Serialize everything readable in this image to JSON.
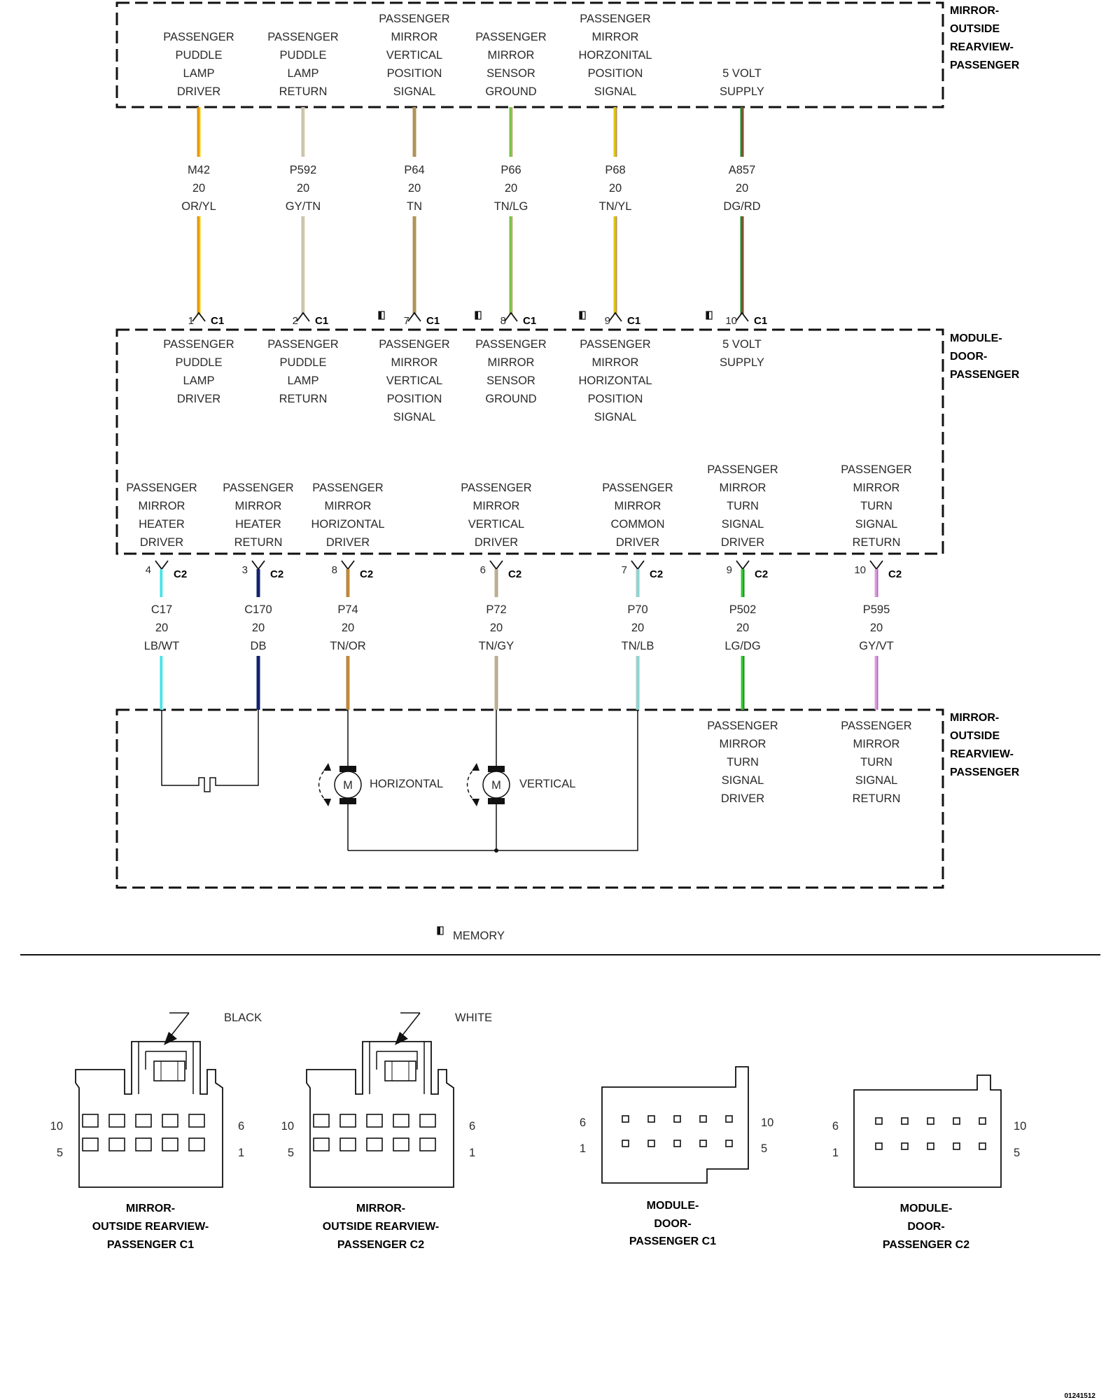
{
  "boxes": {
    "mirror_top": [
      "MIRROR-",
      "OUTSIDE",
      "REARVIEW-",
      "PASSENGER"
    ],
    "module": [
      "MODULE-",
      "DOOR-",
      "PASSENGER"
    ],
    "mirror_bottom": [
      "MIRROR-",
      "OUTSIDE",
      "REARVIEW-",
      "PASSENGER"
    ]
  },
  "c1_circuits": [
    {
      "top": [
        "PASSENGER",
        "PUDDLE",
        "LAMP",
        "DRIVER"
      ],
      "wire": "M42",
      "gauge": "20",
      "color": "OR/YL",
      "pin": "1",
      "conn": "C1",
      "memory": false,
      "mod": [
        "PASSENGER",
        "PUDDLE",
        "LAMP",
        "DRIVER"
      ],
      "stroke": "#e8960a",
      "stripe": "#f2d000"
    },
    {
      "top": [
        "PASSENGER",
        "PUDDLE",
        "LAMP",
        "RETURN"
      ],
      "wire": "P592",
      "gauge": "20",
      "color": "GY/TN",
      "pin": "2",
      "conn": "C1",
      "memory": false,
      "mod": [
        "PASSENGER",
        "PUDDLE",
        "LAMP",
        "RETURN"
      ],
      "stroke": "#c9c0ae",
      "stripe": "#d9cfb6"
    },
    {
      "top": [
        "PASSENGER",
        "MIRROR",
        "VERTICAL",
        "POSITION",
        "SIGNAL"
      ],
      "wire": "P64",
      "gauge": "20",
      "color": "TN",
      "pin": "7",
      "conn": "C1",
      "memory": true,
      "mod": [
        "PASSENGER",
        "MIRROR",
        "VERTICAL",
        "POSITION",
        "SIGNAL"
      ],
      "stroke": "#b0935a",
      "stripe": "#b0935a"
    },
    {
      "top": [
        "PASSENGER",
        "MIRROR",
        "SENSOR",
        "GROUND"
      ],
      "wire": "P66",
      "gauge": "20",
      "color": "TN/LG",
      "pin": "8",
      "conn": "C1",
      "memory": true,
      "mod": [
        "PASSENGER",
        "MIRROR",
        "SENSOR",
        "GROUND"
      ],
      "stroke": "#7dc242",
      "stripe": "#c2b080"
    },
    {
      "top": [
        "PASSENGER",
        "MIRROR",
        "HORZONITAL",
        "POSITION",
        "SIGNAL"
      ],
      "wire": "P68",
      "gauge": "20",
      "color": "TN/YL",
      "pin": "9",
      "conn": "C1",
      "memory": true,
      "mod": [
        "PASSENGER",
        "MIRROR",
        "HORIZONTAL",
        "POSITION",
        "SIGNAL"
      ],
      "stroke": "#e2c800",
      "stripe": "#b0935a"
    },
    {
      "top": [
        "5 VOLT",
        "SUPPLY"
      ],
      "wire": "A857",
      "gauge": "20",
      "color": "DG/RD",
      "pin": "10",
      "conn": "C1",
      "memory": true,
      "mod": [
        "5 VOLT",
        "SUPPLY"
      ],
      "stroke": "#1f8a2a",
      "stripe": "#d2232a"
    }
  ],
  "c2_circuits": [
    {
      "mod": [
        "PASSENGER",
        "MIRROR",
        "HEATER",
        "DRIVER"
      ],
      "wire": "C17",
      "gauge": "20",
      "color": "LB/WT",
      "pin": "4",
      "conn": "C2",
      "stroke": "#3ee0e6",
      "stripe": "#bff6f6"
    },
    {
      "mod": [
        "PASSENGER",
        "MIRROR",
        "HEATER",
        "RETURN"
      ],
      "wire": "C170",
      "gauge": "20",
      "color": "DB",
      "pin": "3",
      "conn": "C2",
      "stroke": "#13236e",
      "stripe": "#13236e"
    },
    {
      "mod": [
        "PASSENGER",
        "MIRROR",
        "HORIZONTAL",
        "DRIVER"
      ],
      "wire": "P74",
      "gauge": "20",
      "color": "TN/OR",
      "pin": "8",
      "conn": "C2",
      "stroke": "#b08a48",
      "stripe": "#d98a2a"
    },
    {
      "mod": [
        "PASSENGER",
        "MIRROR",
        "VERTICAL",
        "DRIVER"
      ],
      "wire": "P72",
      "gauge": "20",
      "color": "TN/GY",
      "pin": "6",
      "conn": "C2",
      "stroke": "#c2b08a",
      "stripe": "#a8a8a8"
    },
    {
      "mod": [
        "PASSENGER",
        "MIRROR",
        "COMMON",
        "DRIVER"
      ],
      "wire": "P70",
      "gauge": "20",
      "color": "TN/LB",
      "pin": "7",
      "conn": "C2",
      "stroke": "#a8cfc0",
      "stripe": "#7fd6e0"
    },
    {
      "mod": [
        "PASSENGER",
        "MIRROR",
        "TURN",
        "SIGNAL",
        "DRIVER"
      ],
      "wire": "P502",
      "gauge": "20",
      "color": "LG/DG",
      "pin": "9",
      "conn": "C2",
      "stroke": "#34c934",
      "stripe": "#1c8a1c"
    },
    {
      "mod": [
        "PASSENGER",
        "MIRROR",
        "TURN",
        "SIGNAL",
        "RETURN"
      ],
      "wire": "P595",
      "gauge": "20",
      "color": "GY/VT",
      "pin": "10",
      "conn": "C2",
      "stroke": "#d8a0d8",
      "stripe": "#c060d0"
    }
  ],
  "mirror_bottom_labels": {
    "turn_driver": [
      "PASSENGER",
      "MIRROR",
      "TURN",
      "SIGNAL",
      "DRIVER"
    ],
    "turn_return": [
      "PASSENGER",
      "MIRROR",
      "TURN",
      "SIGNAL",
      "RETURN"
    ],
    "motor_h": "HORIZONTAL",
    "motor_v": "VERTICAL",
    "motor_symbol": "M"
  },
  "legend": {
    "memory": "MEMORY"
  },
  "connectors": [
    {
      "caption": [
        "MIRROR-",
        "OUTSIDE REARVIEW-",
        "PASSENGER C1"
      ],
      "tag": "BLACK",
      "pins_left": [
        "10",
        "5"
      ],
      "pins_right": [
        "6",
        "1"
      ]
    },
    {
      "caption": [
        "MIRROR-",
        "OUTSIDE REARVIEW-",
        "PASSENGER C2"
      ],
      "tag": "WHITE",
      "pins_left": [
        "10",
        "5"
      ],
      "pins_right": [
        "6",
        "1"
      ]
    },
    {
      "caption": [
        "MODULE-",
        "DOOR-",
        "PASSENGER C1"
      ],
      "pins_left": [
        "6",
        "1"
      ],
      "pins_right": [
        "10",
        "5"
      ]
    },
    {
      "caption": [
        "MODULE-",
        "DOOR-",
        "PASSENGER C2"
      ],
      "pins_left": [
        "6",
        "1"
      ],
      "pins_right": [
        "10",
        "5"
      ]
    }
  ],
  "figure_id": "01241512"
}
